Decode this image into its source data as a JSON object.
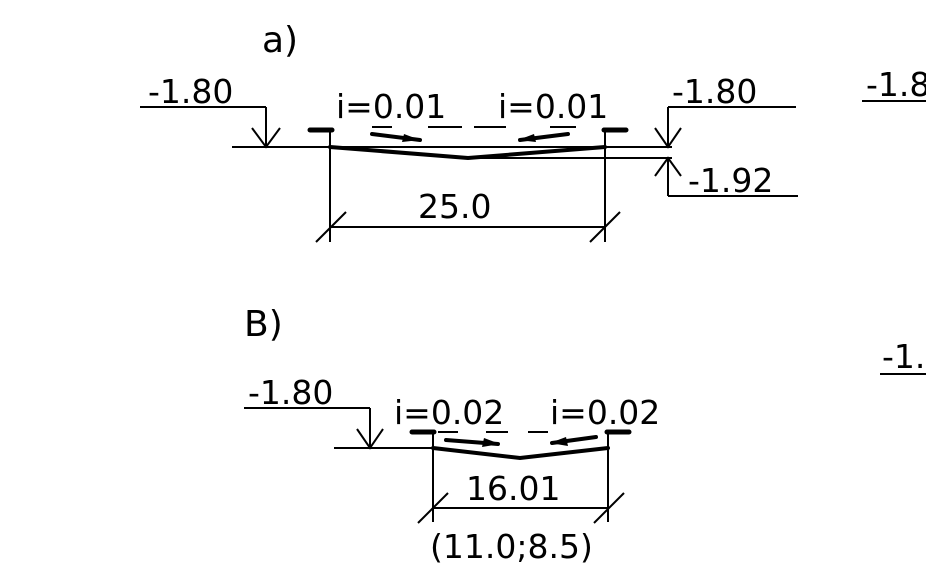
{
  "diagram_a": {
    "label": "a)",
    "left_level": "-1.80",
    "slope_left": "i=0.01",
    "slope_right": "i=0.01",
    "right_level": "-1.80",
    "bottom_level": "-1.92",
    "width_dim": "25.0"
  },
  "diagram_b": {
    "label": "B)",
    "left_level": "-1.80",
    "slope_left": "i=0.02",
    "slope_right": "i=0.02",
    "width_dim": "16.01",
    "sub_dim": "(11.0;8.5)"
  },
  "right_edge": {
    "top_level": "-1.8",
    "bottom_level": "-1."
  },
  "colors": {
    "background": "#ffffff",
    "ink": "#000000"
  }
}
